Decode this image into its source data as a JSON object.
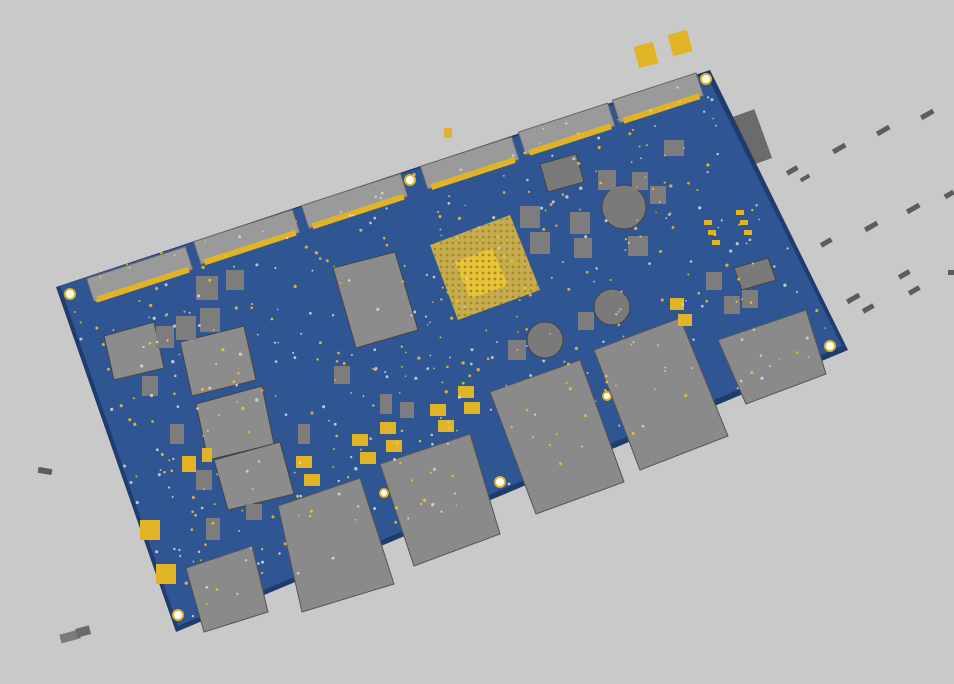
{
  "viewport": {
    "background": "#c9c9c9"
  },
  "colors": {
    "board": "#2f5592",
    "board_edge": "#1f3c6c",
    "copper": "#f0c52c",
    "pad_gold": "#e1b326",
    "component": "#8c8c8c",
    "component_dark": "#5d5d5d",
    "connector": "#9a9a9a",
    "loose_part": "#6f6f6f"
  },
  "model": {
    "name": "pcb-3d-model",
    "top_connector_count": 6,
    "bottom_port_count": 6,
    "mounting_hole_count": 8
  }
}
